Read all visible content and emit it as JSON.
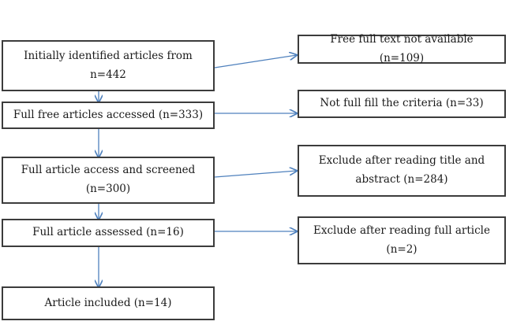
{
  "flow": {
    "left": [
      {
        "text": "Initially identified articles from n=442"
      },
      {
        "text": "Full free articles accessed (n=333)"
      },
      {
        "text": "Full article access and screened (n=300)"
      },
      {
        "text": "Full article assessed (n=16)"
      },
      {
        "text": "Article included (n=14)"
      }
    ],
    "right": [
      {
        "text": "Free full text not available (n=109)"
      },
      {
        "text": "Not full fill the criteria (n=33)"
      },
      {
        "text": "Exclude after reading title and abstract (n=284)"
      },
      {
        "text": "Exclude after reading full article (n=2)"
      }
    ]
  },
  "colors": {
    "arrow": "#4f81bd",
    "border": "#3c3c3c"
  }
}
